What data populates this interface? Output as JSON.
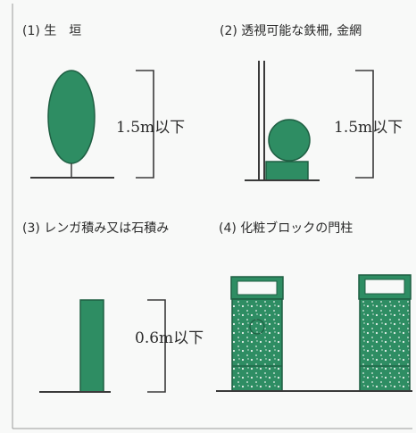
{
  "panels": [
    {
      "caption": "(1) 生　垣",
      "height_label": "1.5m以下"
    },
    {
      "caption": "(2) 透視可能な鉄柵, 金網",
      "height_label": "1.5m以下"
    },
    {
      "caption": "(3) レンガ積み又は石積み",
      "height_label": "0.6m以下"
    },
    {
      "caption": "(4) 化粧ブロックの門柱"
    }
  ],
  "colors": {
    "fill": "#2e8d63",
    "line": "#3a3a3a",
    "dots": "#e8f2ec",
    "background": "#f8f9f8"
  }
}
